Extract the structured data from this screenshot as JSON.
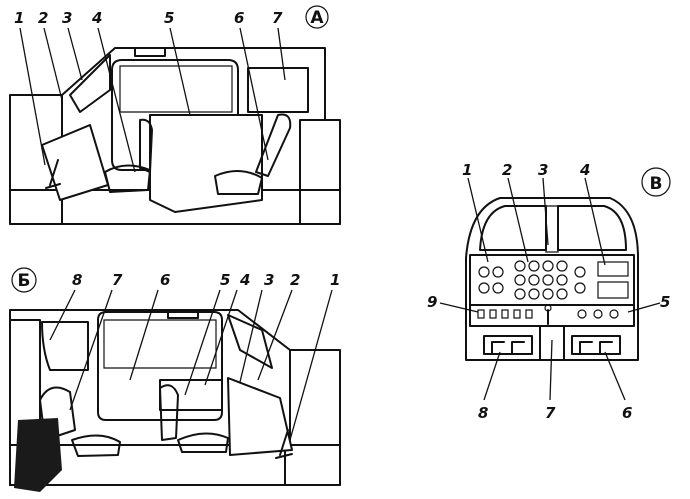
{
  "diagrams": {
    "side_view_a": {
      "letter": "A",
      "callouts": [
        "1",
        "2",
        "3",
        "4",
        "5",
        "6",
        "7"
      ]
    },
    "side_view_b": {
      "letter": "Б",
      "callouts": [
        "8",
        "7",
        "6",
        "5",
        "4",
        "3",
        "2",
        "1"
      ]
    },
    "front_view_v": {
      "letter": "B",
      "callouts": [
        "1",
        "2",
        "3",
        "4",
        "9",
        "5",
        "8",
        "7",
        "6"
      ]
    }
  },
  "colors": {
    "ink": "#111111",
    "paper": "#ffffff"
  }
}
